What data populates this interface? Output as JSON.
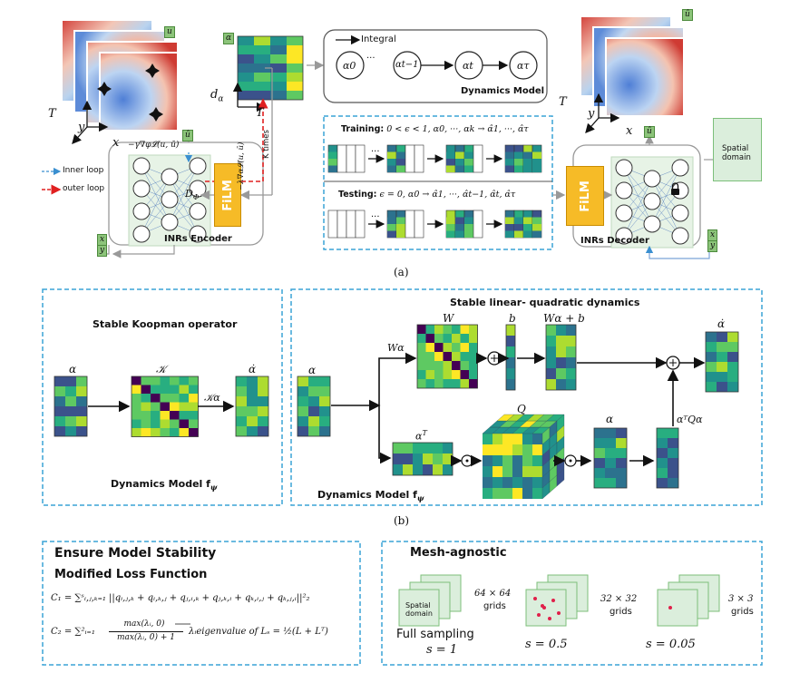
{
  "panel_a": {
    "caption": "(a)",
    "tags": {
      "u": "u",
      "u_hat_top": "û",
      "alpha": "α",
      "u_hat_enc": "û",
      "x": "x",
      "y": "y",
      "u_hat_dec_out": "û",
      "u_hat_dec": "û",
      "x2": "x",
      "y2": "y"
    },
    "axes_left": {
      "T": "T",
      "y": "y",
      "x": "x"
    },
    "axes_right": {
      "T": "T",
      "y": "y",
      "x": "x"
    },
    "alpha_axes": {
      "d": "d",
      "d_sub": "α",
      "T": "T"
    },
    "legend": {
      "inner": "Inner loop",
      "outer": "outer loop"
    },
    "encoder": {
      "loss": "−γ∇φ𝓛(u, ū)",
      "d_phi": "D",
      "d_phi_sub": "Φ",
      "film": "FiLM",
      "label": "INRs Encoder"
    },
    "grad_label": "−λ∇α𝓛(u, ū)",
    "k_times": "K times",
    "dynamics": {
      "integral": "Integral",
      "nodes": [
        "α0",
        "αt−1",
        "αt",
        "ατ"
      ],
      "dots": "···",
      "label": "Dynamics Model"
    },
    "training": {
      "label": "Training:",
      "desc": "0 < ϵ < 1, α0, ···, αk → α̂1, ···, α̂τ"
    },
    "testing": {
      "label": "Testing:",
      "desc": "ϵ = 0, α0 → α̂1, ···, α̂t−1, α̂t, α̂τ"
    },
    "decoder": {
      "film": "FiLM",
      "label": "INRs Decoder"
    },
    "spatial": "Spatial domain"
  },
  "panel_b": {
    "caption": "(b)",
    "koopman": {
      "title": "Stable Koopman operator",
      "alpha": "α",
      "K": "𝒦",
      "Kalpha": "𝒦α",
      "alpha_dot": "α̇",
      "label": "Dynamics Model f",
      "label_sub": "ψ"
    },
    "lq": {
      "title": "Stable linear- quadratic dynamics",
      "alpha": "α",
      "W": "W",
      "Walpha": "Wα",
      "b": "b",
      "Walpha_b": "Wα + b",
      "alpha_dot": "α̇",
      "alphaT": "α",
      "alphaT_sup": "T",
      "Q": "Q",
      "alpha2": "α",
      "aTQa": "αᵀQα",
      "label": "Dynamics Model f",
      "label_sub": "ψ"
    }
  },
  "stability": {
    "title": "Ensure Model Stability",
    "subtitle": "Modified Loss Function",
    "c1": "C₁ = ∑ˢᵢ,ⱼ,ₖ₌₁ ||qᵢ,ⱼ,ₖ + qᵢ,ₖ,ⱼ + qⱼ,ᵢ,ₖ + qⱼ,ₖ,ᵢ + qₖ,ᵢ,ⱼ + qₖ,ⱼ,ᵢ||²₂",
    "c2_lhs": "C₂ = ∑²ᵢ₌₁",
    "c2_num": "max(λᵢ, 0)",
    "c2_den": "max(λᵢ, 0) + 1",
    "c2_rhs": "λᵢeigenvalue of Lₛ = ½(L + Lᵀ)"
  },
  "mesh": {
    "title": "Mesh-agnostic",
    "spatial": "Spatial domain",
    "items": [
      {
        "grid": "64 × 64",
        "unit": "grids",
        "caption_top": "Full sampling",
        "caption": "s = 1"
      },
      {
        "grid": "32 × 32",
        "unit": "grids",
        "caption": "s = 0.5"
      },
      {
        "grid": "3 × 3",
        "unit": "grids",
        "caption": "s = 0.05"
      }
    ]
  },
  "colors": {
    "dash_blue": "#3aa3d6",
    "film": "#f6bb27",
    "green_tag": "#8cc47a",
    "red_arrow": "#e02020",
    "blue_arrow": "#3a8fd0"
  }
}
